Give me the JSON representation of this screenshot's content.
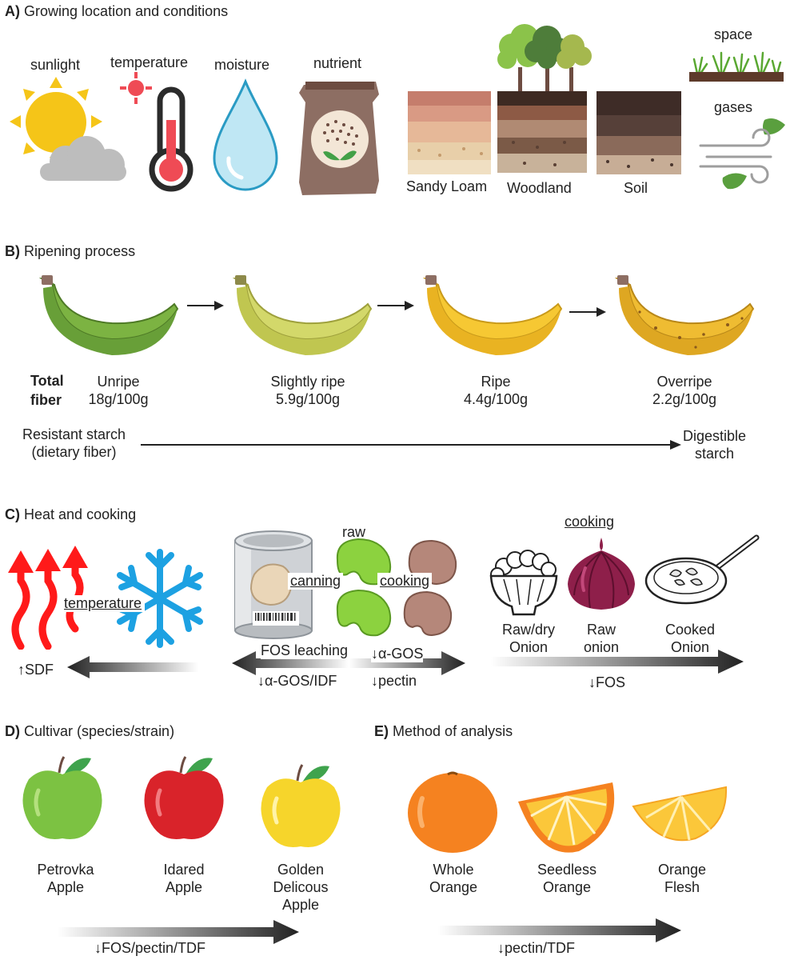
{
  "sections": {
    "a": {
      "letter": "A)",
      "title": "Growing location and conditions",
      "labels": {
        "sunlight": "sunlight",
        "temperature": "temperature",
        "moisture": "moisture",
        "nutrient": "nutrient",
        "space": "space",
        "gases": "gases"
      },
      "soils": [
        "Sandy Loam",
        "Woodland",
        "Soil"
      ]
    },
    "b": {
      "letter": "B)",
      "title": "Ripening process",
      "total_fiber_1": "Total",
      "total_fiber_2": "fiber",
      "stages": [
        {
          "name": "Unripe",
          "value": "18g/100g",
          "color": "#7cb342"
        },
        {
          "name": "Slightly ripe",
          "value": "5.9g/100g",
          "color": "#c9d25a"
        },
        {
          "name": "Ripe",
          "value": "4.4g/100g",
          "color": "#f2c12e"
        },
        {
          "name": "Overripe",
          "value": "2.2g/100g",
          "color": "#e9b730"
        }
      ],
      "left_1": "Resistant starch",
      "left_2": "(dietary fiber)",
      "right_1": "Digestible",
      "right_2": "starch"
    },
    "c": {
      "letter": "C)",
      "title": "Heat and cooking",
      "temperature": "temperature",
      "sdf": "↑SDF",
      "raw": "raw",
      "canning": "canning",
      "cooking": "cooking",
      "fos_leaching": "FOS leaching",
      "agos_idf": "↓α-GOS/IDF",
      "agos": "↓α-GOS",
      "pectin": "↓pectin",
      "cooking2": "cooking",
      "onions": [
        [
          "Raw/dry",
          "Onion"
        ],
        [
          "Raw",
          "onion"
        ],
        [
          "Cooked",
          "Onion"
        ]
      ],
      "fos": "↓FOS"
    },
    "d": {
      "letter": "D)",
      "title": "Cultivar (species/strain)",
      "apples": [
        {
          "l1": "Petrovka",
          "l2": "Apple",
          "l3": "",
          "color": "#7cc242"
        },
        {
          "l1": "Idared",
          "l2": "Apple",
          "l3": "",
          "color": "#d9232a"
        },
        {
          "l1": "Golden",
          "l2": "Delicous",
          "l3": "Apple",
          "color": "#f6d52b"
        }
      ],
      "arrow_label": "↓FOS/pectin/TDF"
    },
    "e": {
      "letter": "E)",
      "title": "Method of analysis",
      "oranges": [
        [
          "Whole",
          "Orange"
        ],
        [
          "Seedless",
          "Orange"
        ],
        [
          "Orange",
          "Flesh"
        ]
      ],
      "arrow_label": "↓pectin/TDF"
    }
  }
}
